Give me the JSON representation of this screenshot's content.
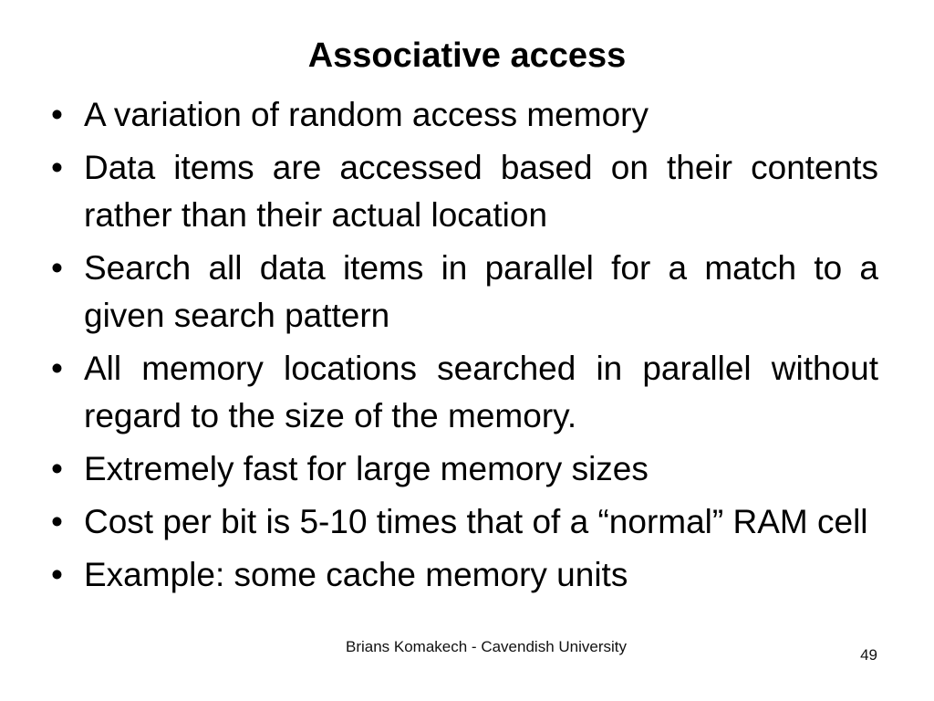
{
  "slide": {
    "title": "Associative access",
    "bullets": [
      "A variation of random access memory",
      "Data items are accessed based on their contents rather than their actual location",
      "Search all data items in parallel for a match to a given search pattern",
      "All memory locations searched in parallel without regard to the size of the memory.",
      "Extremely fast for large memory sizes",
      "Cost per bit is 5-10 times that of a “normal” RAM cell",
      "Example: some cache memory units"
    ],
    "bullet_symbol": "•",
    "footer": "Brians Komakech -  Cavendish University",
    "page_number": "49"
  }
}
